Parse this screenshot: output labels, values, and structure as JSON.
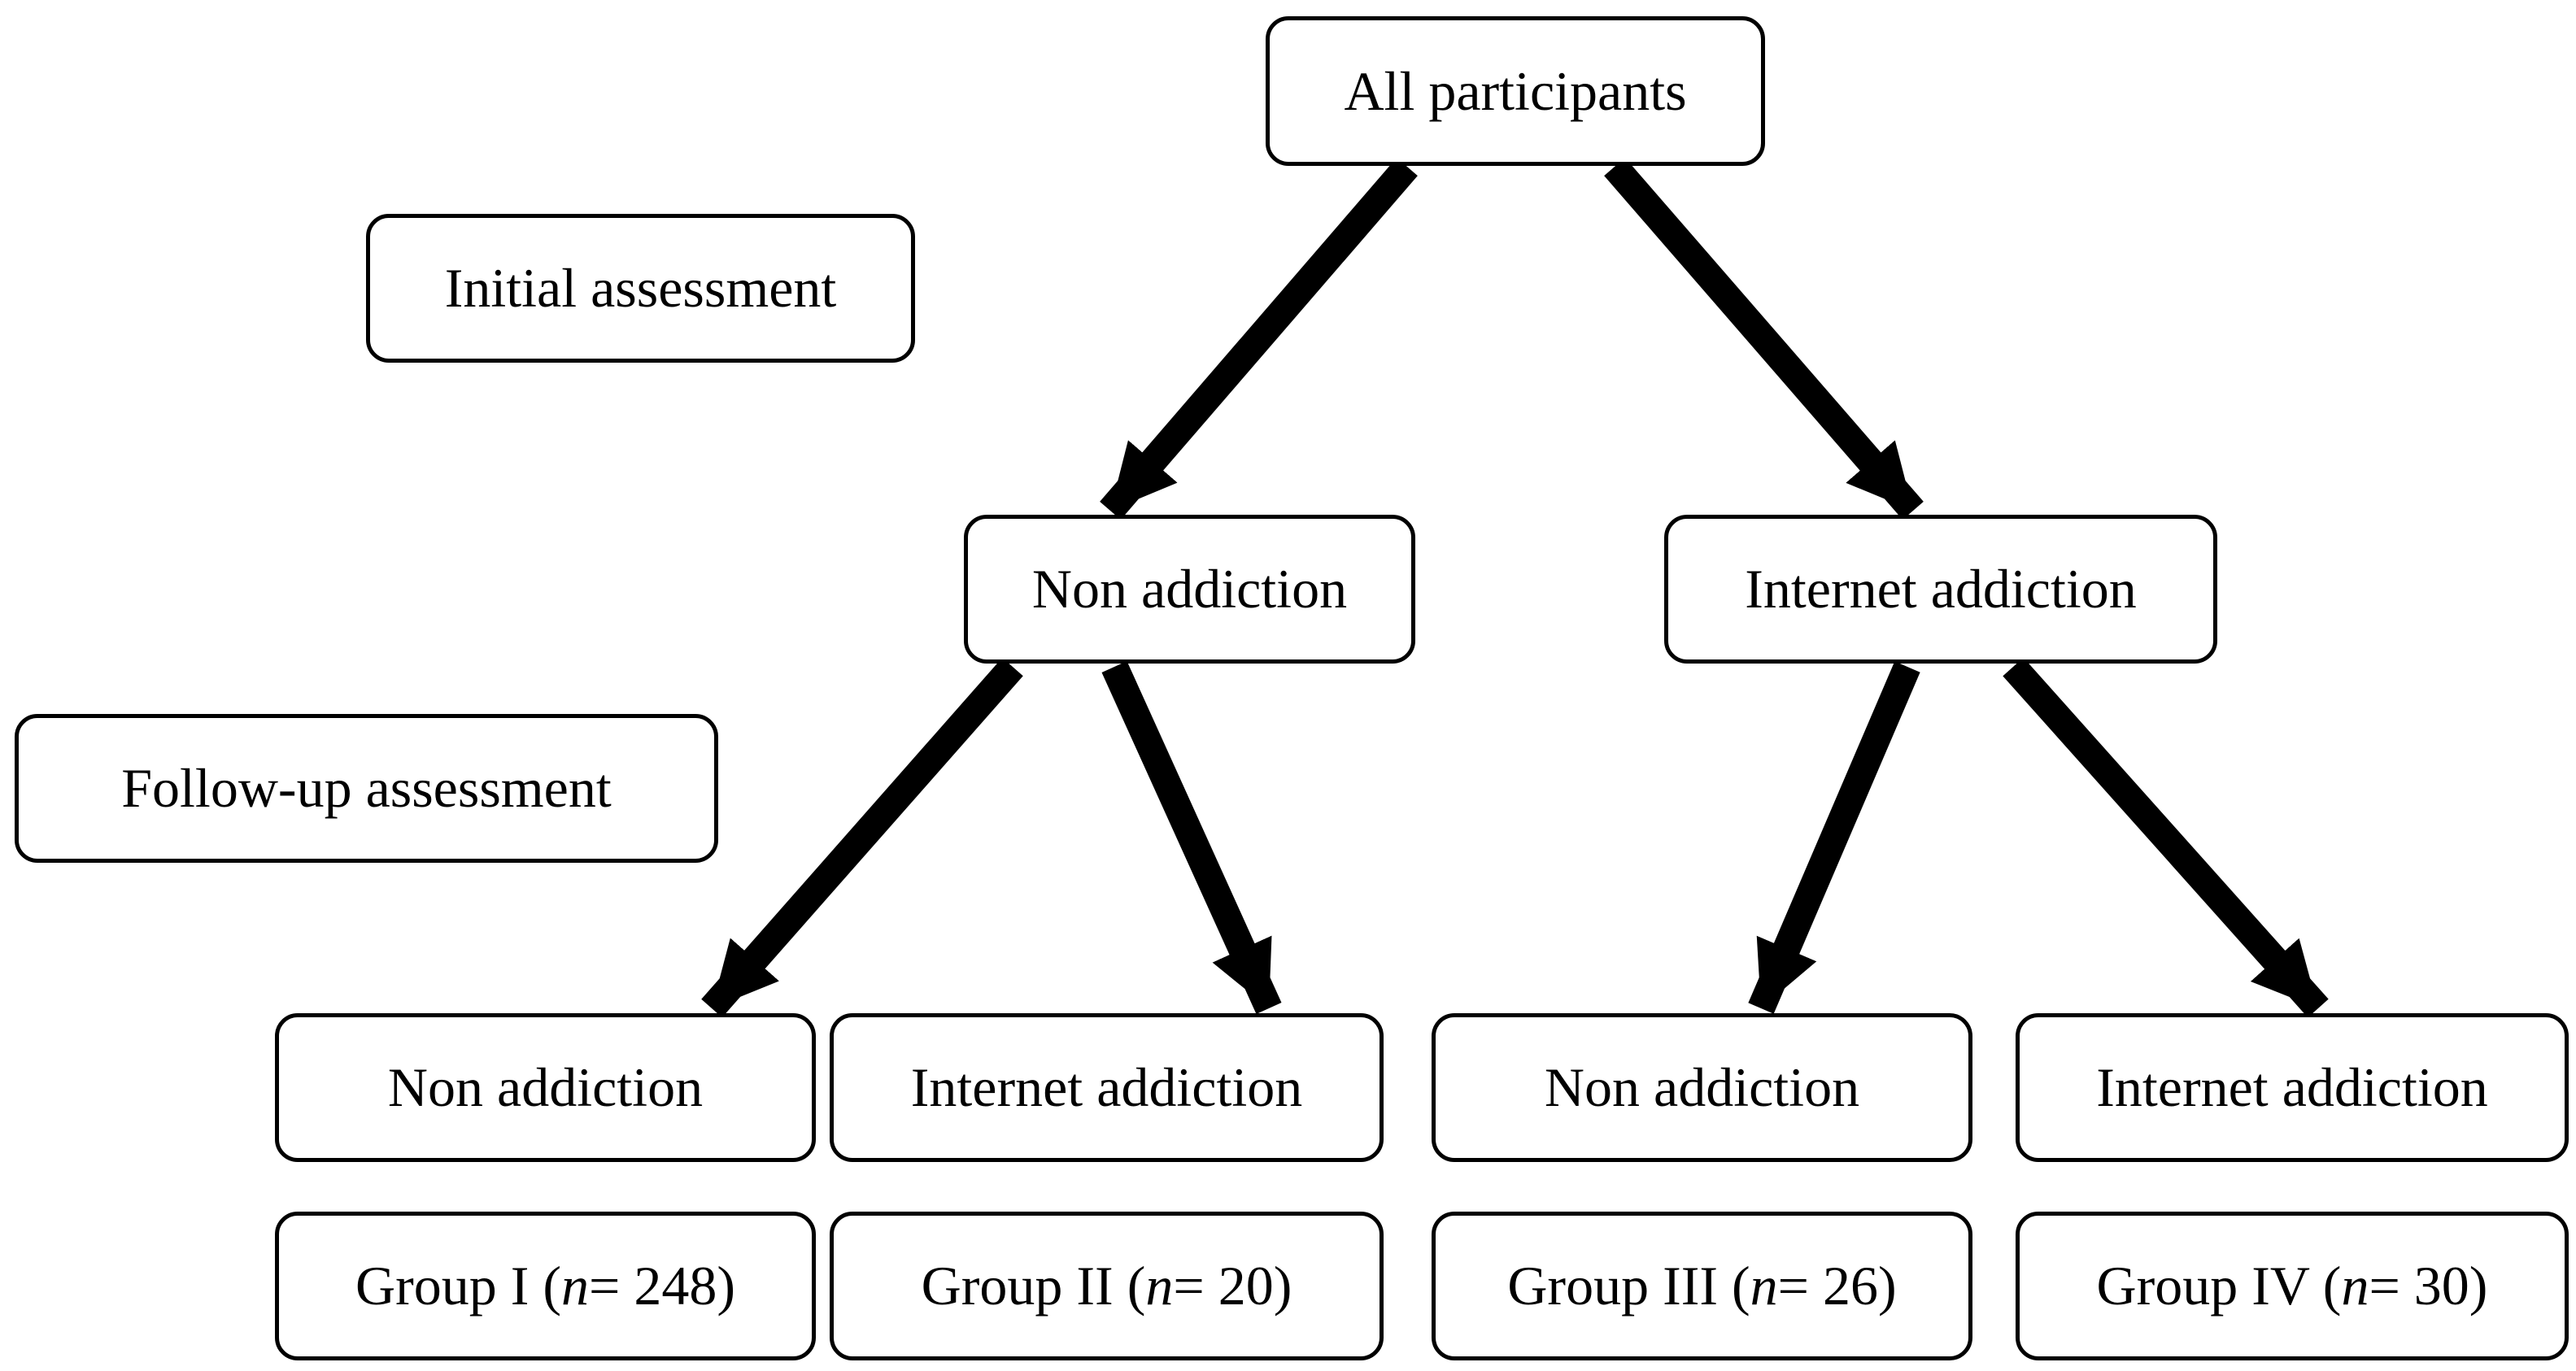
{
  "colors": {
    "stroke": "#000000",
    "fill": "#ffffff",
    "text": "#000000"
  },
  "diagram": {
    "stage_labels": {
      "initial": "Initial assessment",
      "follow_up": "Follow-up assessment"
    },
    "root": "All participants",
    "level1": {
      "left": "Non addiction",
      "right": "Internet addiction"
    },
    "level2": {
      "a": "Non addiction",
      "b": "Internet addiction",
      "c": "Non addiction",
      "d": "Internet addiction"
    },
    "groups": [
      {
        "prefix": "Group I (",
        "n_symbol": "n",
        "suffix": " = 248)"
      },
      {
        "prefix": "Group II (",
        "n_symbol": "n",
        "suffix": " = 20)"
      },
      {
        "prefix": "Group III (",
        "n_symbol": "n",
        "suffix": " = 26)"
      },
      {
        "prefix": "Group IV (",
        "n_symbol": "n",
        "suffix": " = 30)"
      }
    ],
    "edges": [
      {
        "from": "All participants",
        "to": "Non addiction (initial)"
      },
      {
        "from": "All participants",
        "to": "Internet addiction (initial)"
      },
      {
        "from": "Non addiction (initial)",
        "to": "Non addiction (follow-up)"
      },
      {
        "from": "Non addiction (initial)",
        "to": "Internet addiction (follow-up)"
      },
      {
        "from": "Internet addiction (initial)",
        "to": "Non addiction (follow-up)"
      },
      {
        "from": "Internet addiction (initial)",
        "to": "Internet addiction (follow-up)"
      }
    ]
  }
}
